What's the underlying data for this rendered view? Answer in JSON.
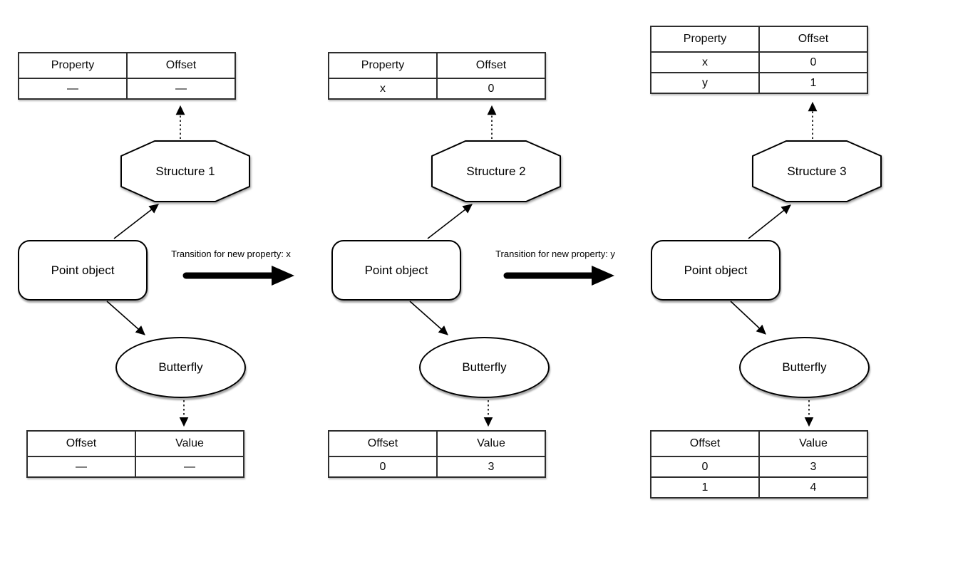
{
  "diagram": {
    "columns": [
      {
        "structure_label": "Structure 1",
        "object_label": "Point object",
        "butterfly_label": "Butterfly",
        "property_table": {
          "headers": [
            "Property",
            "Offset"
          ],
          "rows": [
            [
              "—",
              "—"
            ]
          ]
        },
        "storage_table": {
          "headers": [
            "Offset",
            "Value"
          ],
          "rows": [
            [
              "—",
              "—"
            ]
          ]
        }
      },
      {
        "structure_label": "Structure 2",
        "object_label": "Point object",
        "butterfly_label": "Butterfly",
        "property_table": {
          "headers": [
            "Property",
            "Offset"
          ],
          "rows": [
            [
              "x",
              "0"
            ]
          ]
        },
        "storage_table": {
          "headers": [
            "Offset",
            "Value"
          ],
          "rows": [
            [
              "0",
              "3"
            ]
          ]
        }
      },
      {
        "structure_label": "Structure 3",
        "object_label": "Point object",
        "butterfly_label": "Butterfly",
        "property_table": {
          "headers": [
            "Property",
            "Offset"
          ],
          "rows": [
            [
              "x",
              "0"
            ],
            [
              "y",
              "1"
            ]
          ]
        },
        "storage_table": {
          "headers": [
            "Offset",
            "Value"
          ],
          "rows": [
            [
              "0",
              "3"
            ],
            [
              "1",
              "4"
            ]
          ]
        }
      }
    ],
    "transitions": [
      {
        "label": "Transition for new property: x"
      },
      {
        "label": "Transition for new property: y"
      }
    ],
    "colors": {
      "stroke": "#000000",
      "table_border": "#2e2e2e",
      "background": "#ffffff"
    }
  }
}
